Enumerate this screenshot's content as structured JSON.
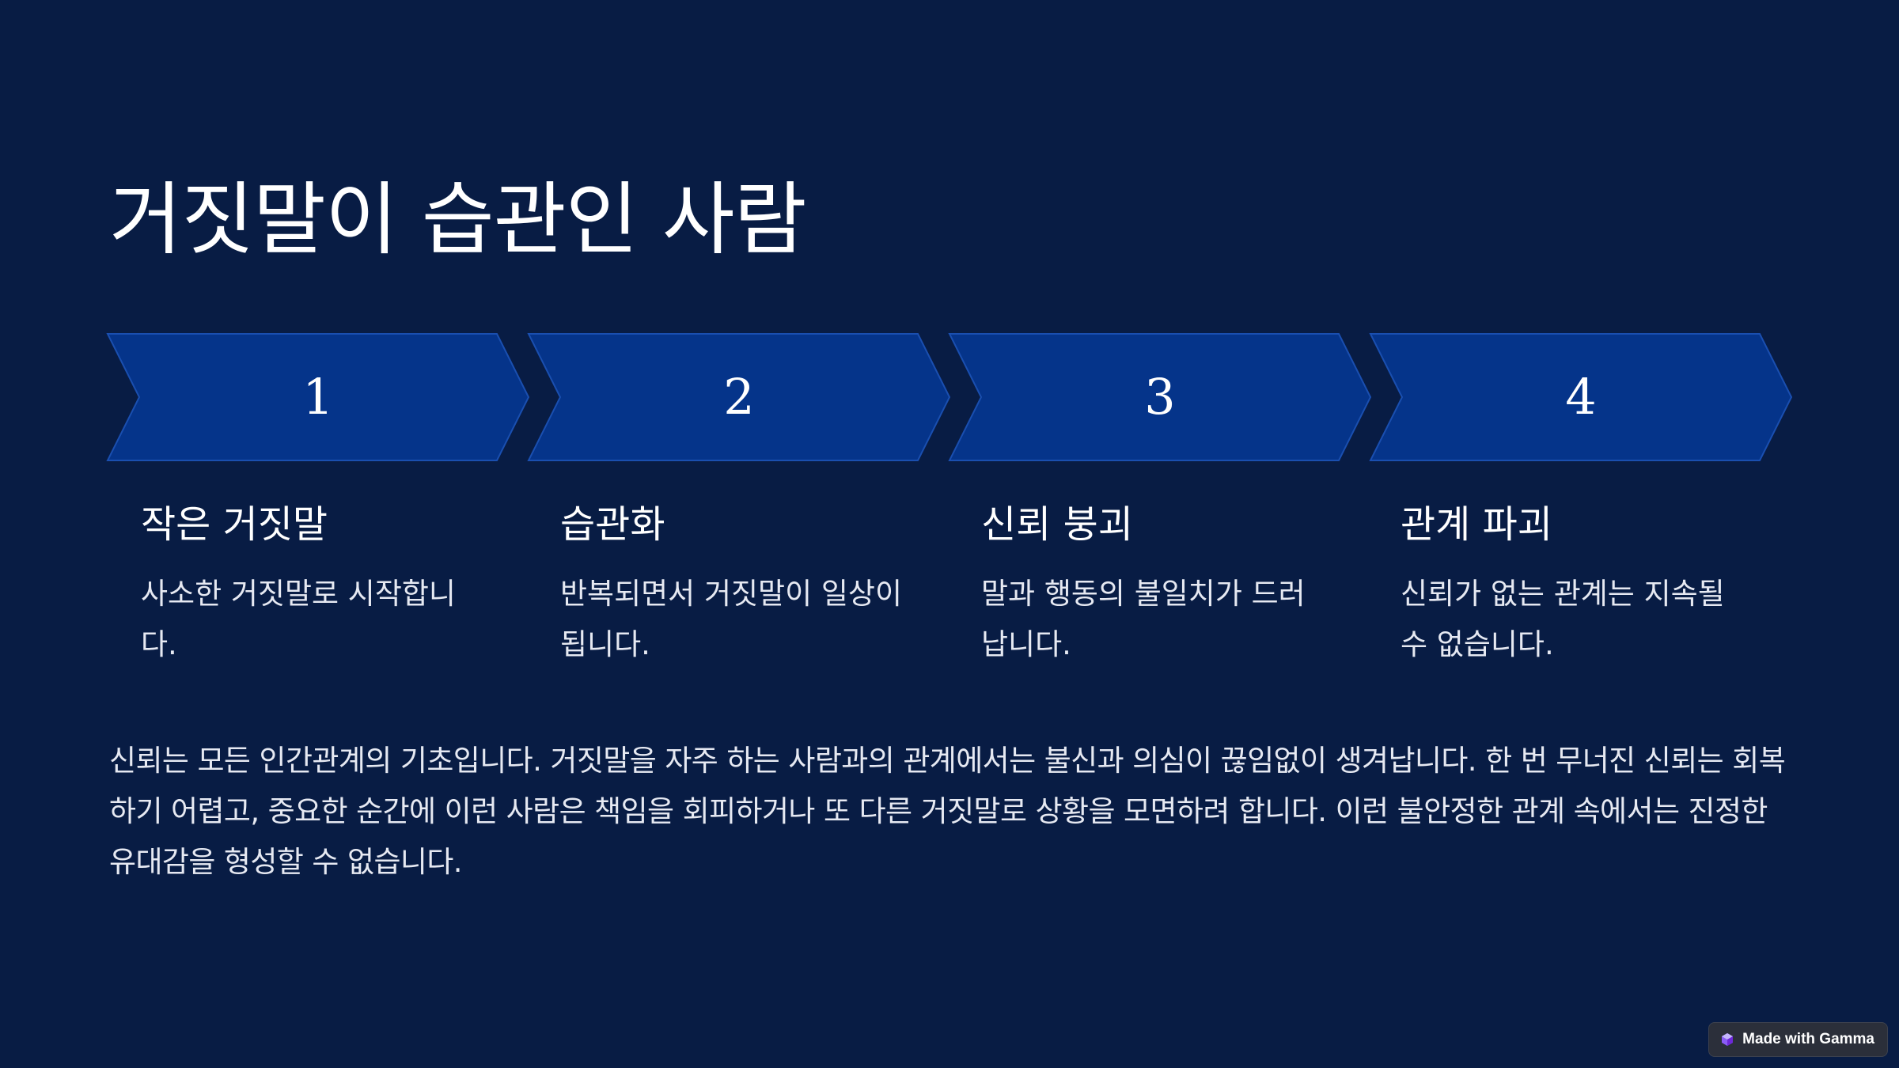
{
  "title": "거짓말이 습관인 사람",
  "steps": [
    {
      "number": "1",
      "title": "작은 거짓말",
      "description": "사소한 거짓말로 시작합니다."
    },
    {
      "number": "2",
      "title": "습관화",
      "description": "반복되면서 거짓말이 일상이 됩니다."
    },
    {
      "number": "3",
      "title": "신뢰 붕괴",
      "description": "말과 행동의 불일치가 드러납니다."
    },
    {
      "number": "4",
      "title": "관계 파괴",
      "description": "신뢰가 없는 관계는 지속될 수 없습니다."
    }
  ],
  "paragraph": "신뢰는 모든 인간관계의 기초입니다. 거짓말을 자주 하는 사람과의 관계에서는 불신과 의심이 끊임없이 생겨납니다. 한 번 무너진 신뢰는 회복하기 어렵고, 중요한 순간에 이런 사람은 책임을 회피하거나 또 다른 거짓말로 상황을 모면하려 합니다. 이런 불안정한 관계 속에서는 진정한 유대감을 형성할 수 없습니다.",
  "badge": {
    "label": "Made with Gamma",
    "icon": "gamma-logo-icon"
  },
  "colors": {
    "background": "#081c44",
    "chevron": "#05348a",
    "chevron_border": "#1a4fb0"
  }
}
